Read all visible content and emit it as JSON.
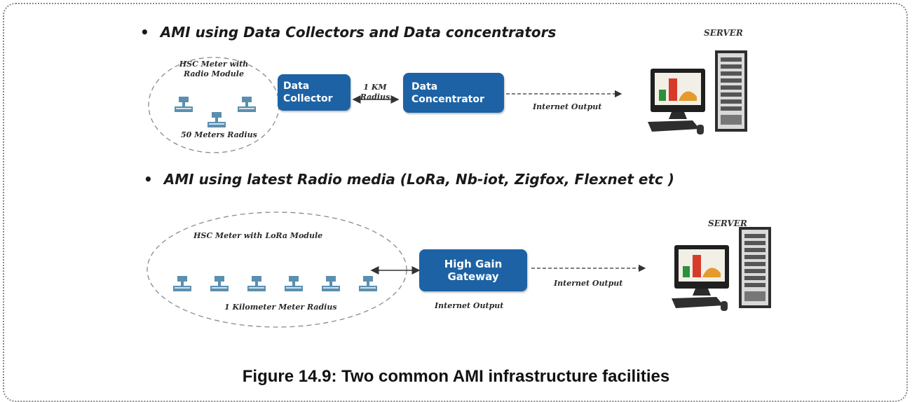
{
  "section1": {
    "bullet": "AMI using Data Collectors and Data concentrators",
    "meter_title": "HSC Meter with Radio Module",
    "radius_label": "50 Meters Radius",
    "collector_label": "Data Collector",
    "link_label": "1 KM Radius",
    "concentrator_label": "Data Concentrator",
    "output_label": "Internet Output",
    "server_label": "SERVER"
  },
  "section2": {
    "bullet": "AMI using latest Radio media (LoRa, Nb-iot, Zigfox, Flexnet etc )",
    "meter_title": "HSC Meter with LoRa Module",
    "radius_label": "1 Kilometer Meter Radius",
    "gateway_label": "High Gain Gateway",
    "gateway_output_label": "Internet Output",
    "output_label": "Internet Output",
    "server_label": "SERVER"
  },
  "caption": "Figure 14.9: Two common AMI infrastructure facilities",
  "colors": {
    "box": "#1d62a5",
    "meter": "#5b8fb0"
  },
  "icons": [
    "bullet-icon",
    "meter-icon",
    "arrow-icon",
    "server-computer-icon"
  ]
}
